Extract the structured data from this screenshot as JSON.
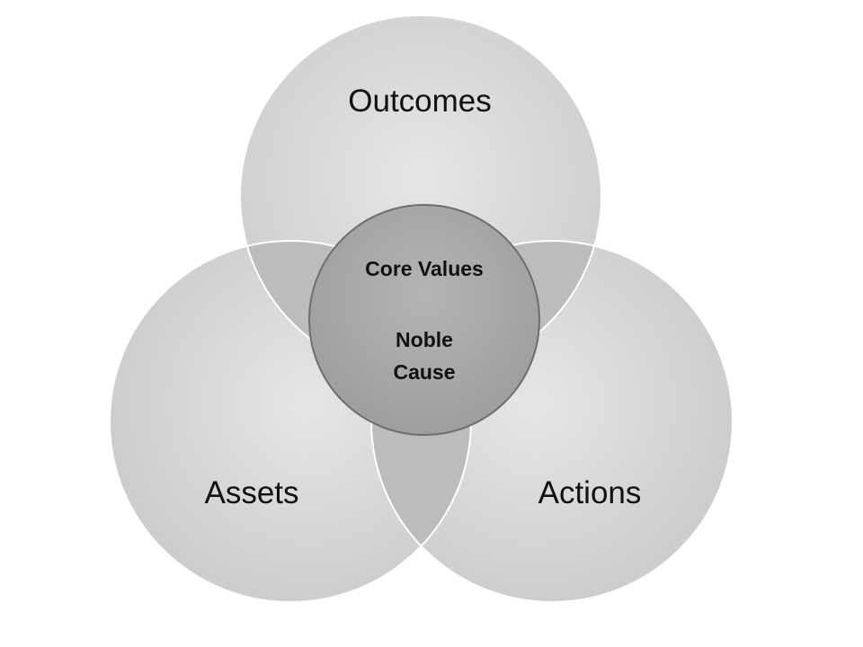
{
  "diagram": {
    "type": "venn",
    "circles": {
      "top": {
        "label": "Outcomes"
      },
      "left": {
        "label": "Assets"
      },
      "right": {
        "label": "Actions"
      }
    },
    "center": {
      "line1": "Core Values",
      "line2": "Noble",
      "line3": "Cause"
    }
  },
  "colors": {
    "circle_fill_light": "#e6e6e6",
    "circle_fill_dark": "#cfcfcf",
    "overlap_fill": "#b8b8b8",
    "center_fill": "#a8a8a8",
    "center_stroke": "#6e6e6e",
    "outline": "#ffffff"
  }
}
